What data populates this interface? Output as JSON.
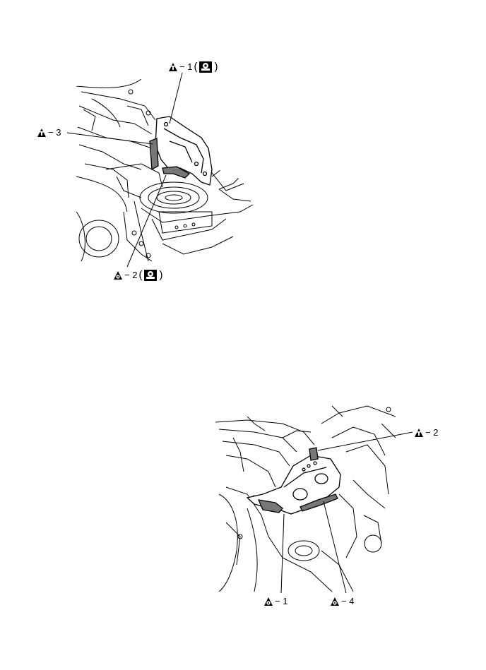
{
  "figure_top": {
    "callouts": [
      {
        "id": "t1",
        "symbol": "bolt-triangle",
        "text": "− 1",
        "open": "(",
        "close": ")",
        "tool": "power-tool-symbol"
      },
      {
        "id": "t3",
        "symbol": "bolt-triangle",
        "text": "− 3"
      },
      {
        "id": "t2",
        "symbol": "nut-triangle",
        "text": "− 2",
        "open": "(",
        "close": ")",
        "tool": "power-tool-symbol"
      }
    ]
  },
  "figure_bottom": {
    "callouts": [
      {
        "id": "b2",
        "symbol": "bolt-triangle",
        "text": "− 2"
      },
      {
        "id": "b1",
        "symbol": "nut-triangle",
        "text": "− 1"
      },
      {
        "id": "b4",
        "symbol": "nut-triangle",
        "text": "− 4"
      }
    ]
  },
  "colors": {
    "line": "#000000",
    "highlight": "#555555",
    "background": "#ffffff"
  }
}
